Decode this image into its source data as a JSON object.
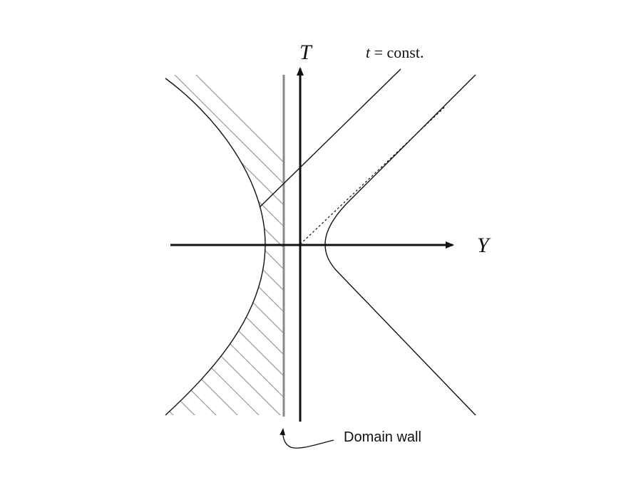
{
  "axes": {
    "horizontal_label": "Y",
    "vertical_label": "T"
  },
  "annotations": {
    "constant_time_label_var": "t",
    "constant_time_label_rest": " = const.",
    "domain_wall_label": "Domain wall"
  },
  "colors": {
    "ink": "#111111",
    "wall": "#8a8a8a",
    "hatch": "#9a9a9a"
  }
}
